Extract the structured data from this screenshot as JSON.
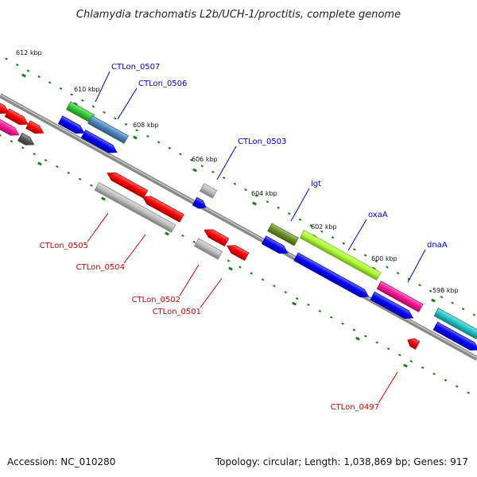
{
  "title": "Chlamydia trachomatis L2b/UCH-1/proctitis, complete genome",
  "accession": "Accession: NC_010280",
  "topology": "Topology: circular; Length: 1,038,869 bp; Genes: 917",
  "ruler_labels": [
    "612 kbp",
    "610 kbp",
    "608 kbp",
    "606 kbp",
    "604 kbp",
    "602 kbp",
    "600 kbp",
    "598 kbp"
  ],
  "gene_labels": [
    {
      "text": "CTLon_0507",
      "color": "#0000cc"
    },
    {
      "text": "CTLon_0506",
      "color": "#0000cc"
    },
    {
      "text": "CTLon_0503",
      "color": "#0000cc"
    },
    {
      "text": "lgt",
      "color": "#0000cc"
    },
    {
      "text": "oxaA",
      "color": "#0000cc"
    },
    {
      "text": "dnaA",
      "color": "#0000cc"
    },
    {
      "text": "CTLon_0505",
      "color": "#cc0000"
    },
    {
      "text": "CTLon_0504",
      "color": "#cc0000"
    },
    {
      "text": "CTLon_0502",
      "color": "#cc0000"
    },
    {
      "text": "CTLon_0501",
      "color": "#cc0000"
    },
    {
      "text": "CTLon_0497",
      "color": "#cc0000"
    }
  ],
  "colors": {
    "red": "#ff0000",
    "blue": "#0000ff",
    "green": "#33cc33",
    "steelblue": "#4a86c0",
    "gray": "#bfbfbf",
    "darkgray": "#555555",
    "magenta": "#ff1493",
    "olive": "#6b8e23",
    "lime": "#adff2f",
    "cyan": "#20c5c5",
    "backbone": "#888888",
    "ruler": "#1e7a1e"
  }
}
